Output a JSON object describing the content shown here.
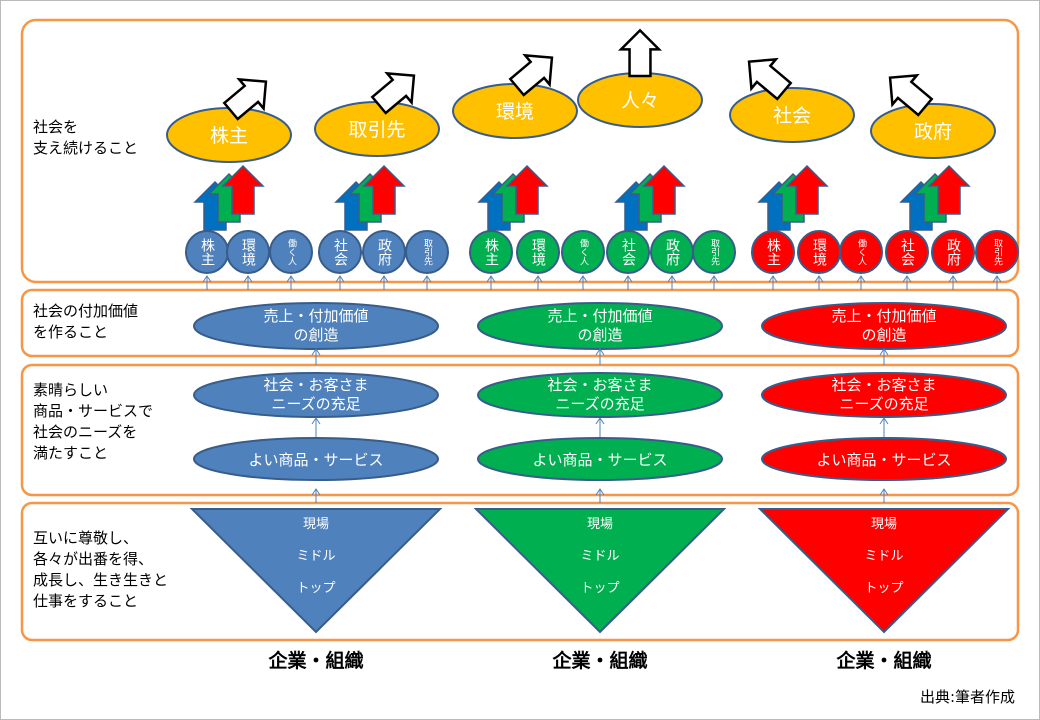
{
  "left_labels": {
    "society": [
      "社会を",
      "支え続けること"
    ],
    "value": [
      "社会の付加価値",
      "を作ること"
    ],
    "needs": [
      "素晴らしい",
      "商品・サービスで",
      "社会のニーズを",
      "満たすこと"
    ],
    "respect": [
      "互いに尊敬し、",
      "各々が出番を得、",
      "成長し、生き生きと",
      "仕事をすること"
    ]
  },
  "stakeholders_top": [
    "株主",
    "取引先",
    "環境",
    "人々",
    "社会",
    "政府"
  ],
  "small_circles": [
    "株主",
    "環境",
    "働く人",
    "社会",
    "政府",
    "取引先"
  ],
  "ellipses": {
    "value_creation": [
      "売上・付加価値",
      "の創造"
    ],
    "needs_fulfillment": [
      "社会・お客さま",
      "ニーズの充足"
    ],
    "products": "よい商品・サービス"
  },
  "pyramid_levels": [
    "現場",
    "ミドル",
    "トップ"
  ],
  "columns": [
    {
      "name": "blue",
      "color": "#4F81BD",
      "stroke": "#385D8A",
      "label": "企業・組織"
    },
    {
      "name": "green",
      "color": "#00B050",
      "stroke": "#385D8A",
      "label": "企業・組織"
    },
    {
      "name": "red",
      "color": "#FF0000",
      "stroke": "#385D8A",
      "label": "企業・組織"
    }
  ],
  "source": "出典:筆者作成",
  "colors": {
    "panel_border": "#F79646",
    "yellow": "#FFC000",
    "arrow_blue": "#0070C0",
    "arrow_green": "#00B050",
    "arrow_red": "#FF0000"
  }
}
